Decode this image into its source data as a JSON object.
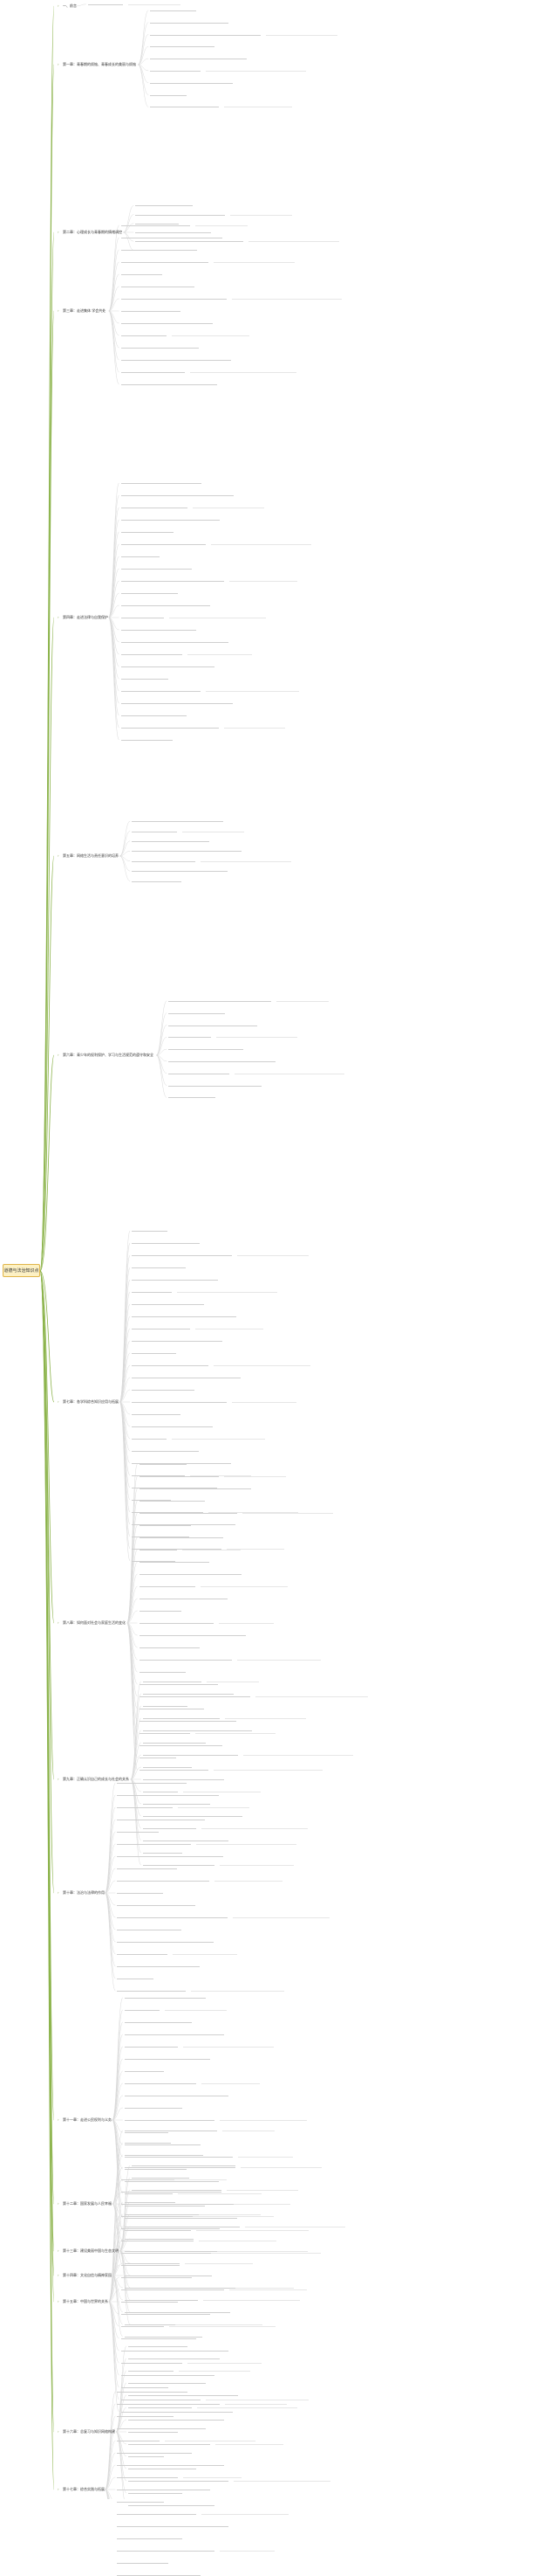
{
  "root": {
    "title": "道德与法治知识点"
  },
  "colors": {
    "branch_line": "#8bb34a",
    "root_fill": "#fdf1c4",
    "root_border": "#e0b44a",
    "leaf_line": "#dadada",
    "text": "#333333",
    "sub_text_placeholder": "#cfcfcf"
  },
  "chapters": [
    {
      "label": "一、前言",
      "leaves": 1
    },
    {
      "label": "第一章：青春期的烦恼、青春成长的美丽与烦恼",
      "leaves": 9
    },
    {
      "label": "第二章：心理成长与青春期的情绪调控",
      "leaves": 6
    },
    {
      "label": "第三章：走进集体 学会共处",
      "leaves": 14
    },
    {
      "label": "第四章：走进法律与自我保护",
      "leaves": 22
    },
    {
      "label": "第五章：网络生活与责任意识的培养",
      "leaves": 7
    },
    {
      "label": "第六章：青少年的权利保护、学习与生活规范的遵守和安全",
      "leaves": 9
    },
    {
      "label": "第七章：各学科综合知识应用与拓展",
      "leaves": 28
    },
    {
      "label": "第八章：如何面对社会与家庭生活的变化",
      "leaves": 26
    },
    {
      "label": "第九章：正确认识自己的成长与社会的关系",
      "leaves": 16
    },
    {
      "label": "第十章：法治与法律的作用",
      "leaves": 18
    },
    {
      "label": "第十一章：走进公民权利与义务",
      "leaves": 20
    },
    {
      "label": "第十二章：国家发展与人民幸福",
      "leaves": 12
    },
    {
      "label": "第十三章：建设美丽中国与生态文明",
      "leaves": 14
    },
    {
      "label": "第十四章：文化自信与精神家园",
      "leaves": 12
    },
    {
      "label": "第十五章：中国与世界的关系",
      "leaves": 20
    },
    {
      "label": "第十六章：总复习与知识网络构建",
      "leaves": 14
    },
    {
      "label": "第十七章：综合实践与拓展",
      "leaves": 16
    }
  ]
}
